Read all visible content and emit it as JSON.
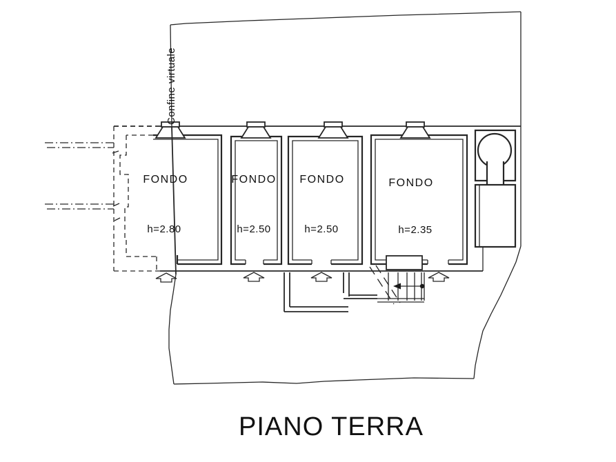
{
  "title": "PIANO TERRA",
  "boundary": {
    "label": "Confine virtuale"
  },
  "rooms": [
    {
      "name": "FONDO",
      "height": "h=2.80"
    },
    {
      "name": "FONDO",
      "height": "h=2.50"
    },
    {
      "name": "FONDO",
      "height": "h=2.50"
    },
    {
      "name": "FONDO",
      "height": "h=2.35"
    }
  ],
  "colors": {
    "line": "#262626",
    "text": "#111111",
    "background": "#ffffff"
  }
}
